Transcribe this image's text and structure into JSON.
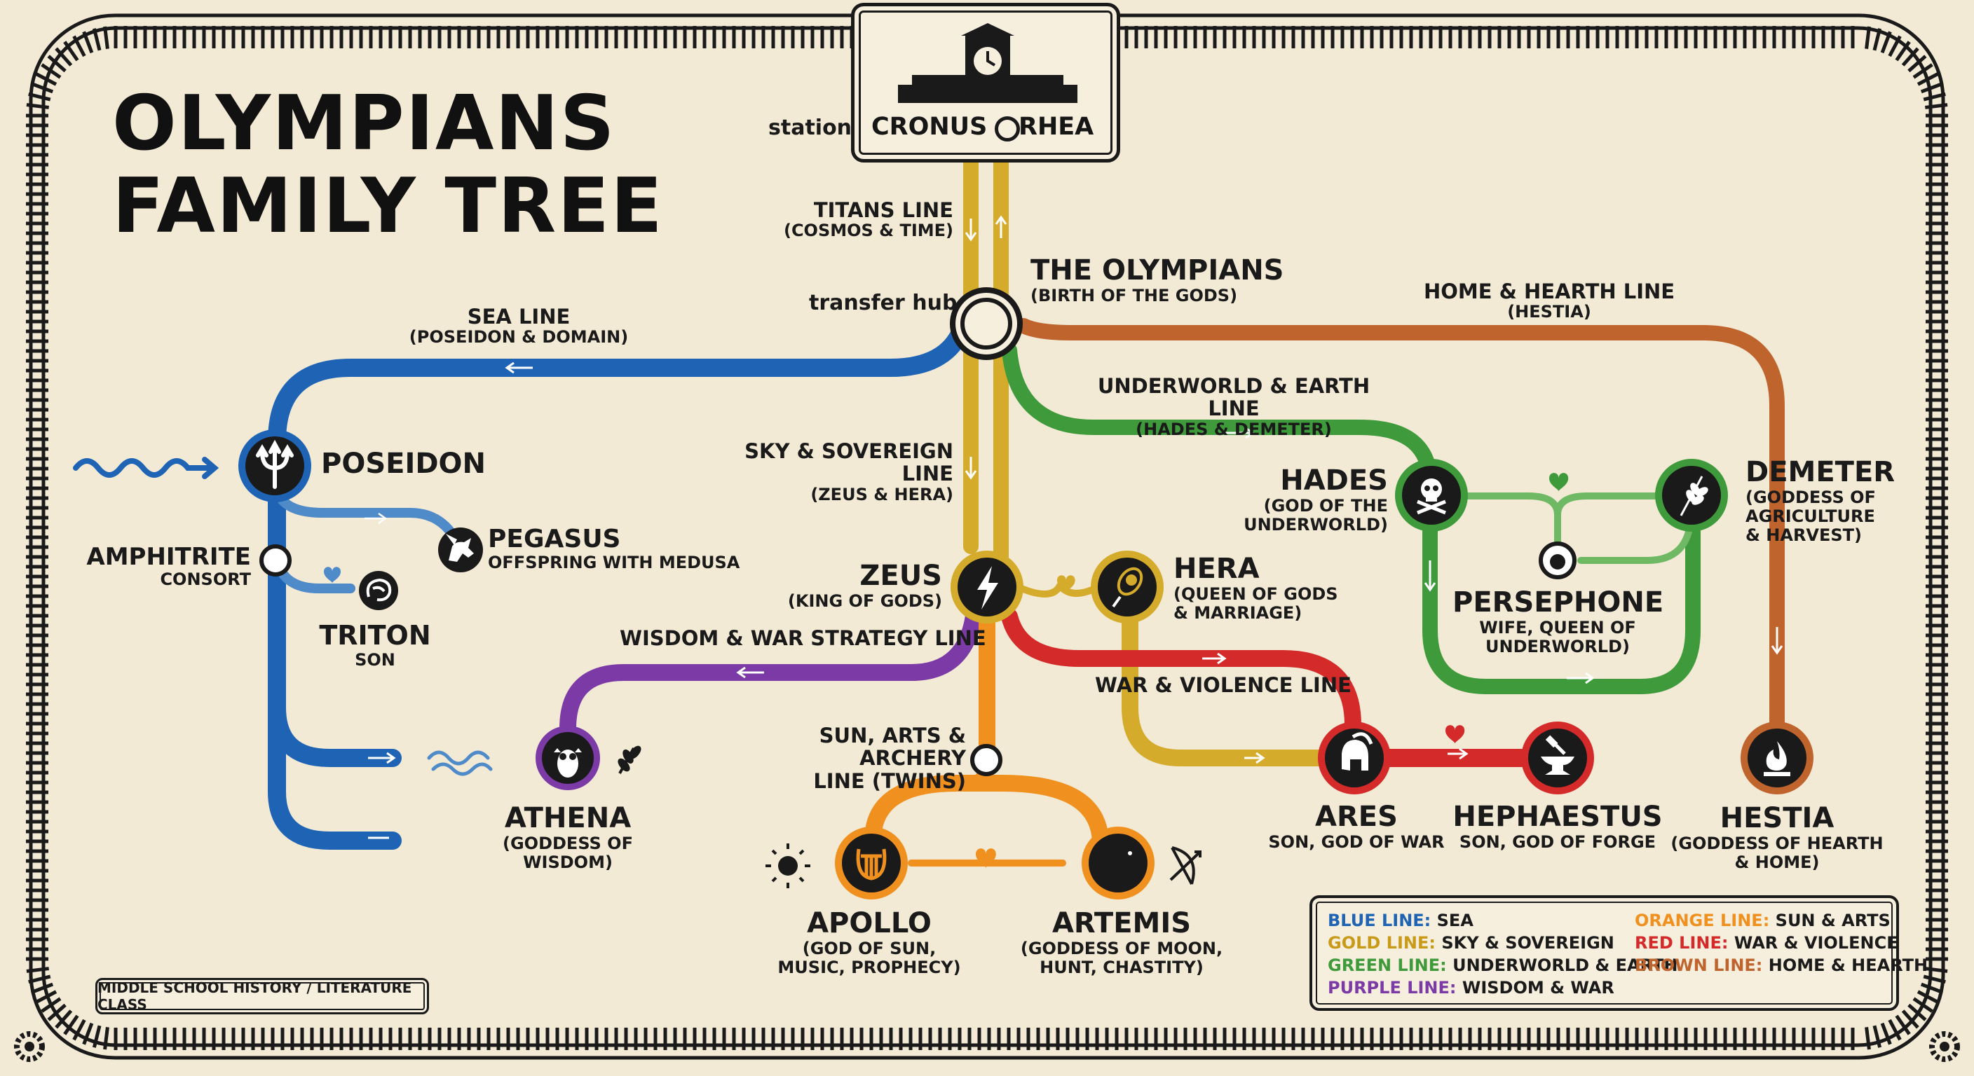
{
  "title": {
    "line1": "OLYMPIANS",
    "line2": "FAMILY TREE"
  },
  "colors": {
    "blue": "#1f64b4",
    "gold": "#d4ab2a",
    "green": "#3e9a3a",
    "purple": "#7b3aa5",
    "orange": "#f0901f",
    "red": "#d42a2a",
    "brown": "#c0642d",
    "background": "#f3ead6",
    "ink": "#161616"
  },
  "station": {
    "label": "station",
    "left": "CRONUS",
    "right": "RHEA",
    "icon": "clock-tower-icon"
  },
  "hub": {
    "label": "transfer hub",
    "name": "THE OLYMPIANS",
    "sub": "(BIRTH OF THE GODS)"
  },
  "lines": {
    "titans": {
      "name": "TITANS LINE",
      "sub": "(COSMOS & TIME)"
    },
    "sea": {
      "name": "SEA LINE",
      "sub": "(POSEIDON & DOMAIN)"
    },
    "sky": {
      "name": "SKY & SOVEREIGN LINE",
      "sub": "(ZEUS & HERA)"
    },
    "hearth": {
      "name": "HOME & HEARTH LINE",
      "sub": "(HESTIA)"
    },
    "underworld": {
      "name": "UNDERWORLD & EARTH LINE",
      "sub": "(HADES & DEMETER)"
    },
    "wisdom": {
      "name": "WISDOM & WAR STRATEGY LINE"
    },
    "war": {
      "name": "WAR & VIOLENCE LINE"
    },
    "sun": {
      "name": "SUN, ARTS & ARCHERY",
      "sub": "LINE (TWINS)"
    }
  },
  "stations": {
    "poseidon": {
      "name": "POSEIDON",
      "icon": "trident-icon"
    },
    "amphitrite": {
      "name": "AMPHITRITE",
      "sub": "CONSORT"
    },
    "pegasus": {
      "name": "PEGASUS",
      "sub": "OFFSPRING WITH MEDUSA",
      "icon": "pegasus-icon"
    },
    "triton": {
      "name": "TRITON",
      "sub": "SON",
      "icon": "conch-shell-icon"
    },
    "zeus": {
      "name": "ZEUS",
      "sub": "(KING OF GODS)",
      "icon": "lightning-bolt-icon"
    },
    "hera": {
      "name": "HERA",
      "sub1": "(QUEEN OF GODS",
      "sub2": "& MARRIAGE)",
      "icon": "peacock-feather-icon"
    },
    "athena": {
      "name": "ATHENA",
      "sub1": "(GODDESS OF",
      "sub2": "WISDOM)",
      "icon": "owl-icon"
    },
    "apollo": {
      "name": "APOLLO",
      "sub1": "(GOD OF SUN,",
      "sub2": "MUSIC, PROPHECY)",
      "icon": "lyre-icon"
    },
    "artemis": {
      "name": "ARTEMIS",
      "sub1": "(GODDESS OF MOON,",
      "sub2": "HUNT, CHASTITY)",
      "icon": "crescent-moon-icon"
    },
    "hades": {
      "name": "HADES",
      "sub1": "(GOD OF THE",
      "sub2": "UNDERWORLD)",
      "icon": "skull-crossbones-icon"
    },
    "demeter": {
      "name": "DEMETER",
      "sub1": "(GODDESS OF",
      "sub2": "AGRICULTURE",
      "sub3": "& HARVEST)",
      "icon": "wheat-icon"
    },
    "persephone": {
      "name": "PERSEPHONE",
      "sub1": "WIFE, QUEEN OF",
      "sub2": "UNDERWORLD)",
      "icon": "pomegranate-icon"
    },
    "ares": {
      "name": "ARES",
      "sub": "SON, GOD OF WAR",
      "icon": "spartan-helmet-icon"
    },
    "hephaestus": {
      "name": "HEPHAESTUS",
      "sub": "SON, GOD OF FORGE",
      "icon": "anvil-hammer-icon"
    },
    "hestia": {
      "name": "HESTIA",
      "sub1": "(GODDESS OF HEARTH",
      "sub2": "& HOME)",
      "icon": "flame-icon"
    }
  },
  "legend": [
    {
      "key": "BLUE LINE:",
      "value": "SEA",
      "color": "#1f64b4"
    },
    {
      "key": "GOLD LINE:",
      "value": "SKY & SOVEREIGN",
      "color": "#c99a17"
    },
    {
      "key": "GREEN LINE:",
      "value": "UNDERWORLD & EARTH",
      "color": "#3e9a3a"
    },
    {
      "key": "PURPLE LINE:",
      "value": "WISDOM & WAR",
      "color": "#7b3aa5"
    },
    {
      "key": "ORANGE LINE:",
      "value": "SUN & ARTS",
      "color": "#f0901f"
    },
    {
      "key": "RED LINE:",
      "value": "WAR & VIOLENCE",
      "color": "#d42a2a"
    },
    {
      "key": "BROWN LINE:",
      "value": "HOME & HEARTH",
      "color": "#c0642d"
    }
  ],
  "footer": {
    "label": "MIDDLE SCHOOL HISTORY / LITERATURE CLASS"
  }
}
